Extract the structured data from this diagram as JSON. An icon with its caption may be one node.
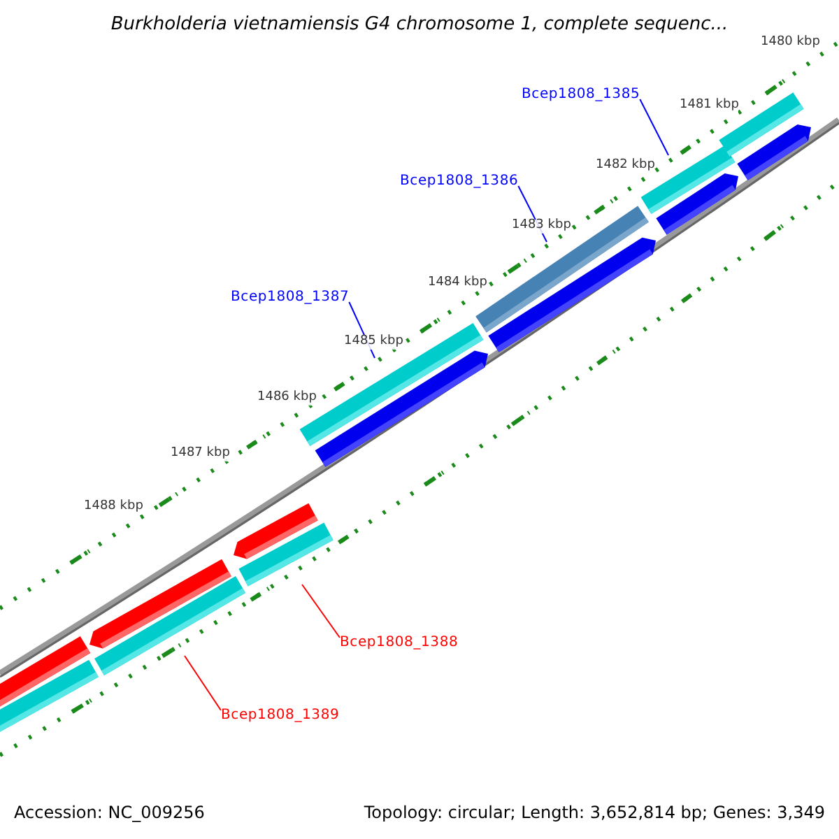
{
  "diagram": {
    "title": "Burkholderia vietnamiensis G4 chromosome 1, complete sequenc...",
    "nodes": [
      {
        "text": [
          "Bcep1808_1385"
        ]
      },
      {
        "text": [],
        "shape": "bar"
      },
      {
        "text": [
          "Bcep1808_1386"
        ]
      },
      {
        "text": [],
        "shape": "bar"
      },
      {
        "text": [
          "Bcep1808_1387"
        ]
      },
      {
        "text": [],
        "shape": "bar"
      },
      {
        "text": [
          "Bcep1808_1388"
        ]
      },
      {
        "text": [],
        "shape": "bar"
      },
      {
        "text": [
          "Bcep1808_1389"
        ]
      },
      {
        "text": [],
        "shape": "bar"
      },
      {
        "text": [],
        "shape": "bar"
      },
      {
        "text": [],
        "shape": "bar"
      },
      {
        "text": [],
        "shape": "arrow"
      },
      {
        "text": [],
        "shape": "arrow"
      },
      {
        "text": [],
        "shape": "arrow"
      },
      {
        "text": [],
        "shape": "arrow"
      },
      {
        "text": [],
        "shape": "arrow"
      },
      {
        "text": [],
        "shape": "bar"
      },
      {
        "text": [],
        "shape": "arrow"
      }
    ],
    "edges": [
      {
        "from": 0,
        "to": 1,
        "arrow": "none",
        "color": "#0000ff"
      },
      {
        "from": 2,
        "to": 3,
        "arrow": "none",
        "color": "#0000ff"
      },
      {
        "from": 4,
        "to": 5,
        "arrow": "none",
        "color": "#0000ff"
      },
      {
        "from": 6,
        "to": 7,
        "arrow": "none",
        "color": "#ff0000"
      },
      {
        "from": 8,
        "to": 9,
        "arrow": "none",
        "color": "#ff0000"
      }
    ],
    "labels": [
      "1480 kbp",
      "1481 kbp",
      "1482 kbp",
      "1483 kbp",
      "1484 kbp",
      "1485 kbp",
      "1486 kbp",
      "1487 kbp",
      "1488 kbp",
      "Accession: NC_009256",
      "Topology: circular; Length: 3,652,814 bp; Genes: 3,349"
    ]
  }
}
